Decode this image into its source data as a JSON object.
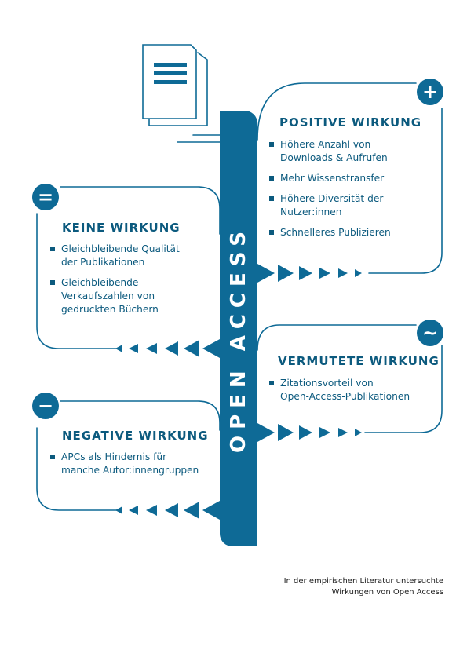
{
  "center_label": "OPEN ACCESS",
  "boxes": {
    "positive": {
      "heading": "POSITIVE WIRKUNG",
      "badge_symbol": "+",
      "icon": "plus-icon",
      "items": [
        "Höhere Anzahl von\nDownloads & Aufrufen",
        "Mehr Wissenstransfer",
        "Höhere Diversität der\nNutzer:innen",
        "Schnelleres Publizieren"
      ]
    },
    "none": {
      "heading": "KEINE WIRKUNG",
      "badge_symbol": "=",
      "icon": "equals-icon",
      "items": [
        "Gleichbleibende Qualität\nder Publikationen",
        "Gleichbleibende\nVerkaufszahlen von\ngedruckten Büchern"
      ]
    },
    "assumed": {
      "heading": "VERMUTETE WIRKUNG",
      "badge_symbol": "~",
      "icon": "tilde-icon",
      "items": [
        "Zitationsvorteil von\nOpen-Access-Publikationen"
      ]
    },
    "negative": {
      "heading": "NEGATIVE WIRKUNG",
      "badge_symbol": "−",
      "icon": "minus-icon",
      "items": [
        "APCs als Hindernis für\nmanche Autor:innengruppen"
      ]
    }
  },
  "caption": "In der empirischen Literatur untersuchte\nWirkungen von Open Access",
  "colors": {
    "primary": "#0e6a96",
    "text": "#0c5a7e",
    "background": "#ffffff"
  },
  "document_icon": "document-icon"
}
